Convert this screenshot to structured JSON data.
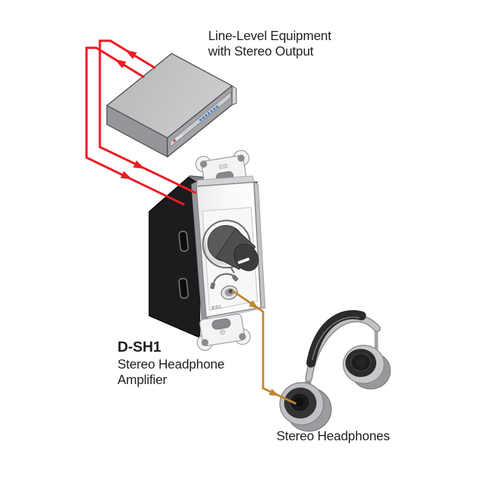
{
  "labels": {
    "equipment_line1": "Line-Level Equipment",
    "equipment_line2": "with Stereo Output",
    "amplifier_model": "D-SH1",
    "amplifier_line1": "Stereo Headphone",
    "amplifier_line2": "Amplifier",
    "headphones": "Stereo Headphones",
    "plate_brand": "RDL"
  },
  "colors": {
    "signal_wire": "#ec1c24",
    "headphone_cable": "#c1862f",
    "led_blue": "#3f7fc6",
    "equipment_body": "#bfc1c3",
    "amplifier_box": "#1c1c1e",
    "plate": "#fbfbfb",
    "headphones_body": "#bfc1c4",
    "text": "#231f20"
  },
  "diagram": {
    "type": "audio-wiring-diagram",
    "nodes": [
      {
        "id": "line-level-equipment",
        "label": "Line-Level Equipment with Stereo Output"
      },
      {
        "id": "d-sh1-amplifier",
        "label": "D-SH1 Stereo Headphone Amplifier",
        "brand": "RDL"
      },
      {
        "id": "stereo-headphones",
        "label": "Stereo Headphones"
      }
    ],
    "connections": [
      {
        "from": "line-level-equipment",
        "to": "d-sh1-amplifier",
        "wires": 2,
        "style": "red stereo line-level pair"
      },
      {
        "from": "d-sh1-amplifier",
        "to": "stereo-headphones",
        "wires": 1,
        "style": "tan headphone cable from front-panel jack"
      }
    ]
  }
}
